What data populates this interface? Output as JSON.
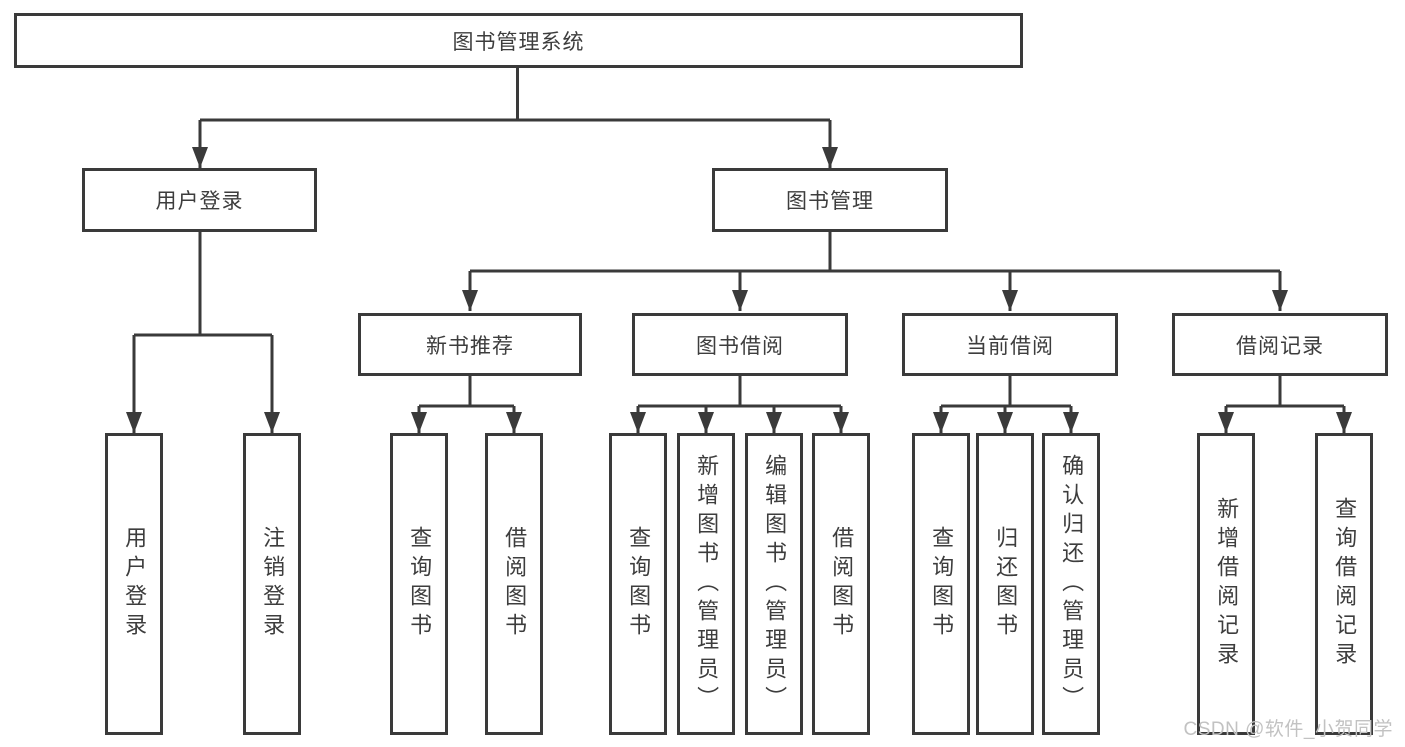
{
  "colors": {
    "line": "#3a3a3a",
    "text": "#3d3d3d",
    "box_background": "#ffffff",
    "watermark": "#c2c2c2"
  },
  "diagram": {
    "tree": {
      "label": "图书管理系统",
      "children": [
        {
          "label": "用户登录",
          "children": [
            {
              "label": "用户登录"
            },
            {
              "label": "注销登录"
            }
          ]
        },
        {
          "label": "图书管理",
          "children": [
            {
              "label": "新书推荐",
              "children": [
                {
                  "label": "查询图书"
                },
                {
                  "label": "借阅图书"
                }
              ]
            },
            {
              "label": "图书借阅",
              "children": [
                {
                  "label": "查询图书"
                },
                {
                  "label": "新增图书（管理员）"
                },
                {
                  "label": "编辑图书（管理员）"
                },
                {
                  "label": "借阅图书"
                }
              ]
            },
            {
              "label": "当前借阅",
              "children": [
                {
                  "label": "查询图书"
                },
                {
                  "label": "归还图书"
                },
                {
                  "label": "确认归还（管理员）"
                }
              ]
            },
            {
              "label": "借阅记录",
              "children": [
                {
                  "label": "新增借阅记录"
                },
                {
                  "label": "查询借阅记录"
                }
              ]
            }
          ]
        }
      ]
    }
  },
  "watermark": {
    "text": "CSDN @软件_小贺同学"
  }
}
